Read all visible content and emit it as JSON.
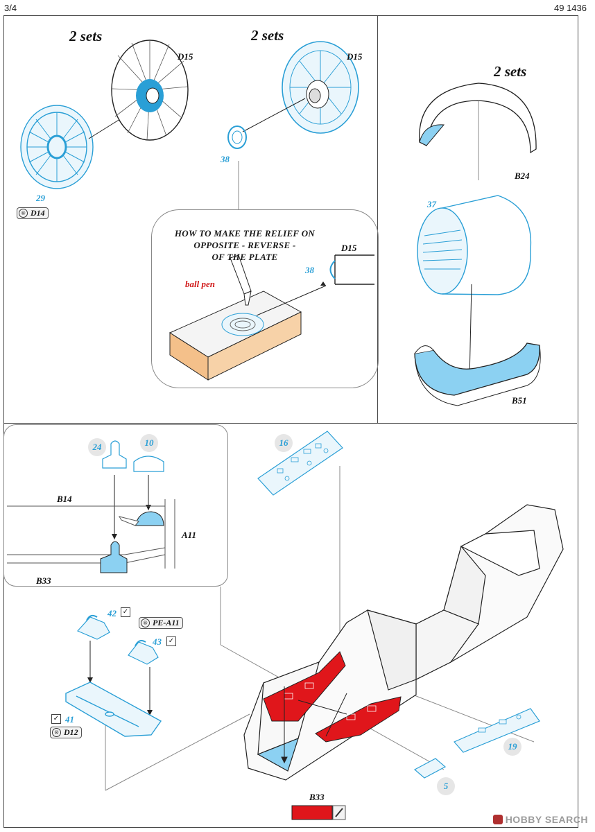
{
  "header": {
    "page": "3/4",
    "code": "49 1436"
  },
  "labels": {
    "sets_a": "2 sets",
    "sets_b": "2 sets",
    "sets_c": "2 sets",
    "d15_a": "D15",
    "d15_b": "D15",
    "d15_c": "D15",
    "p29": "29",
    "d14": "D14",
    "p38_a": "38",
    "p38_b": "38",
    "howto": [
      "HOW TO MAKE THE RELIEF ON",
      "OPPOSITE - REVERSE -",
      "OF THE PLATE"
    ],
    "ballpen": "ball pen",
    "b24": "B24",
    "p37": "37",
    "b51": "B51",
    "p24": "24",
    "p10": "10",
    "b14": "B14",
    "a11": "A11",
    "b33_inset": "B33",
    "p16": "16",
    "p42": "42",
    "pe_a11": "PE-A11",
    "p43": "43",
    "p41": "41",
    "d12": "D12",
    "p19": "19",
    "p5": "5",
    "b33_bottom": "B33"
  },
  "colors": {
    "photoetch": "#2a9fd6",
    "paint_red": "#e0161b",
    "fill_blue": "#8cd1f2"
  },
  "watermark": "HOBBY SEARCH"
}
